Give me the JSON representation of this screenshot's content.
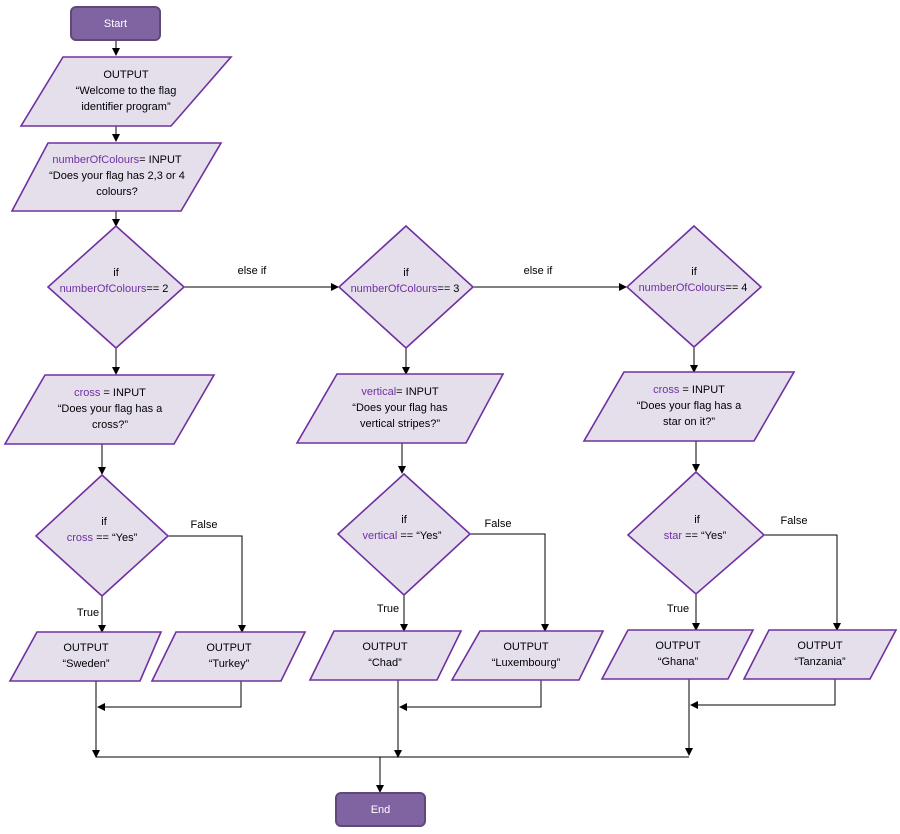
{
  "colors": {
    "terminal_fill": "#8064a2",
    "shape_fill": "#e5dfec",
    "shape_stroke": "#7030a0",
    "variable_text": "#7030a0"
  },
  "start": "Start",
  "end": "End",
  "welcome": {
    "line1": "OUTPUT",
    "line2": "“Welcome to the flag",
    "line3": "identifier program”"
  },
  "input_colours": {
    "var": "numberOfColours",
    "rest": "= INPUT",
    "line2": "“Does your flag has 2,3 or 4",
    "line3": "colours?"
  },
  "decisions": {
    "d2": {
      "if": "if",
      "var": "numberOfColours",
      "rest": "== 2"
    },
    "d3": {
      "if": "if",
      "var": "numberOfColours",
      "rest": "== 3"
    },
    "d4": {
      "if": "if",
      "var": "numberOfColours",
      "rest": "== 4"
    }
  },
  "else_if_1": "else if",
  "else_if_2": "else if",
  "branch1": {
    "input": {
      "var": "cross",
      "rest": " = INPUT",
      "line2": "“Does your flag has a",
      "line3": "cross?”"
    },
    "decision": {
      "if": "if",
      "var": "cross",
      "rest": " == “Yes”"
    },
    "true_label": "True",
    "false_label": "False",
    "out_true": {
      "line1": "OUTPUT",
      "line2": "“Sweden”"
    },
    "out_false": {
      "line1": "OUTPUT",
      "line2": "“Turkey”"
    }
  },
  "branch2": {
    "input": {
      "var": "vertical",
      "rest": "= INPUT",
      "line2": "“Does your flag has",
      "line3": "vertical stripes?”"
    },
    "decision": {
      "if": "if",
      "var": "vertical",
      "rest": " == “Yes”"
    },
    "true_label": "True",
    "false_label": "False",
    "out_true": {
      "line1": "OUTPUT",
      "line2": "“Chad”"
    },
    "out_false": {
      "line1": "OUTPUT",
      "line2": "“Luxembourg”"
    }
  },
  "branch3": {
    "input": {
      "var": "cross",
      "rest": " = INPUT",
      "line2": "“Does your flag has a",
      "line3": "star on it?”"
    },
    "decision": {
      "if": "if",
      "var": "star",
      "rest": " == “Yes”"
    },
    "true_label": "True",
    "false_label": "False",
    "out_true": {
      "line1": "OUTPUT",
      "line2": "“Ghana”"
    },
    "out_false": {
      "line1": "OUTPUT",
      "line2": "“Tanzania”"
    }
  }
}
